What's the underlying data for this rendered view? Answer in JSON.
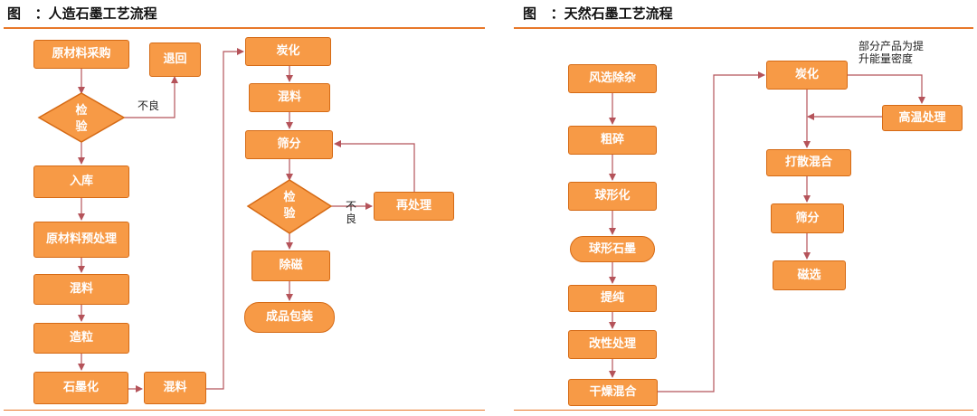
{
  "left": {
    "title": "图   ：人造石墨工艺流程",
    "nodes": {
      "raw_purchase": "原材料采购",
      "inspect": "检\n验",
      "return": "退回",
      "storage": "入库",
      "preprocess": "原材料预处理",
      "mixing1": "混料",
      "granulation": "造粒",
      "graphitization": "石墨化",
      "mixing2": "混料",
      "carbonization": "炭化",
      "mixing3": "混料",
      "sieving": "筛分",
      "inspect2": "检\n验",
      "reprocess": "再处理",
      "demagnetize": "除磁",
      "packaging": "成品包装"
    },
    "labels": {
      "bad1": "不良",
      "bad2": "不\n良"
    }
  },
  "right": {
    "title": "图   ：天然石墨工艺流程",
    "nodes": {
      "wind_sort": "风选除杂",
      "coarse_crush": "粗碎",
      "spheroidize": "球形化",
      "spherical_graphite": "球形石墨",
      "purify": "提纯",
      "modify": "改性处理",
      "dry_mix": "干燥混合",
      "carbonization": "炭化",
      "high_temp": "高温处理",
      "disperse_mix": "打散混合",
      "sieving": "筛分",
      "magnetic_sep": "磁选"
    },
    "labels": {
      "note": "部分产品为提\n升能量密度"
    }
  },
  "colors": {
    "node_fill": "#f79a46",
    "node_border": "#d56a15",
    "connector": "#b5535a",
    "rule": "#e8782a"
  }
}
